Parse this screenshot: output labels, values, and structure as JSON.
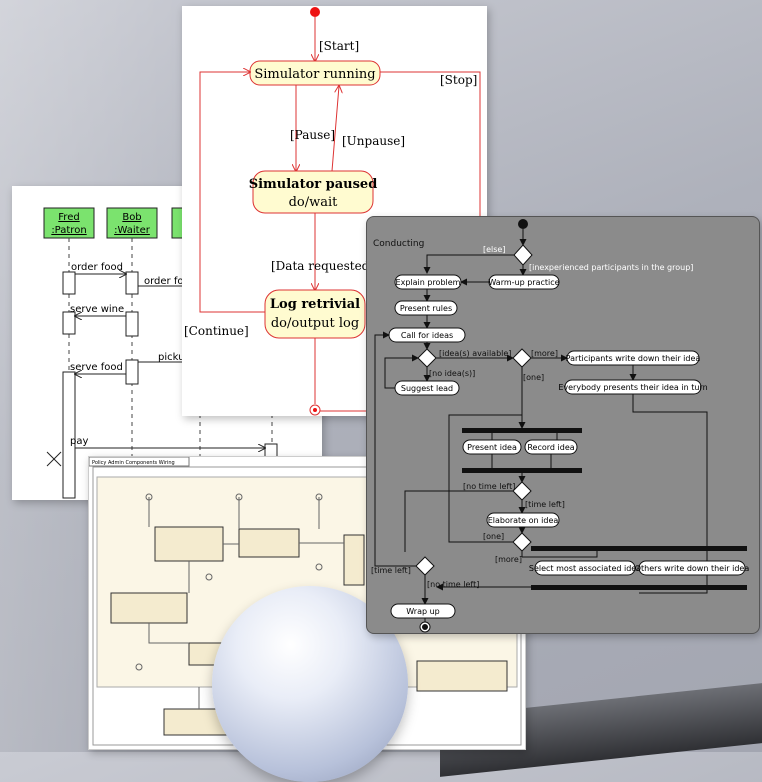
{
  "colors": {
    "background": "#aeb1bb",
    "state_fill": "#fffbd0",
    "state_stroke": "#d33",
    "seq_fill": "#7be36e",
    "activity_bg": "#8b8b8b",
    "component_bg": "#fbf6e6"
  },
  "sequence": {
    "lifelines": [
      {
        "name": "Fred",
        "role": ":Patron"
      },
      {
        "name": "Bob",
        "role": ":Waiter"
      }
    ],
    "messages": [
      "order food",
      "order fo",
      "serve wine",
      "picku",
      "serve food",
      "pay"
    ]
  },
  "statechart": {
    "states": {
      "running": "Simulator running",
      "paused_name": "Simulator paused",
      "paused_action": "do/wait",
      "log_name": "Log retrivial",
      "log_action": "do/output log"
    },
    "transitions": {
      "start": "[Start]",
      "stop": "[Stop]",
      "pause": "[Pause]",
      "unpause": "[Unpause]",
      "data": "[Data requested",
      "continue": "[Continue]"
    }
  },
  "activity": {
    "title": "Conducting",
    "nodes": {
      "explain": "Explain problem",
      "warmup": "Warm-up practice",
      "present_rules": "Present rules",
      "call_ideas": "Call for ideas",
      "suggest": "Suggest lead",
      "participants_write": "Participants write down their idea",
      "everybody": "Everybody presents their idea in turn",
      "present_idea": "Present idea",
      "record_idea": "Record idea",
      "elaborate": "Elaborate on idea",
      "select": "Select most associated idea",
      "others": "Others write down their idea",
      "wrapup": "Wrap up"
    },
    "guards": {
      "else": "[else]",
      "inexperienced": "[inexperienced participants in the group]",
      "ideas_available": "[idea(s) available]",
      "no_ideas": "[no idea(s)]",
      "more1": "[more]",
      "one1": "[one]",
      "no_time1": "[no time left]",
      "time_left1": "[time left]",
      "one2": "[one]",
      "more2": "[more]",
      "time_left2": "[time left]",
      "no_time2": "[no time left]"
    }
  },
  "component": {
    "title": "Policy Admin Components Wiring"
  }
}
